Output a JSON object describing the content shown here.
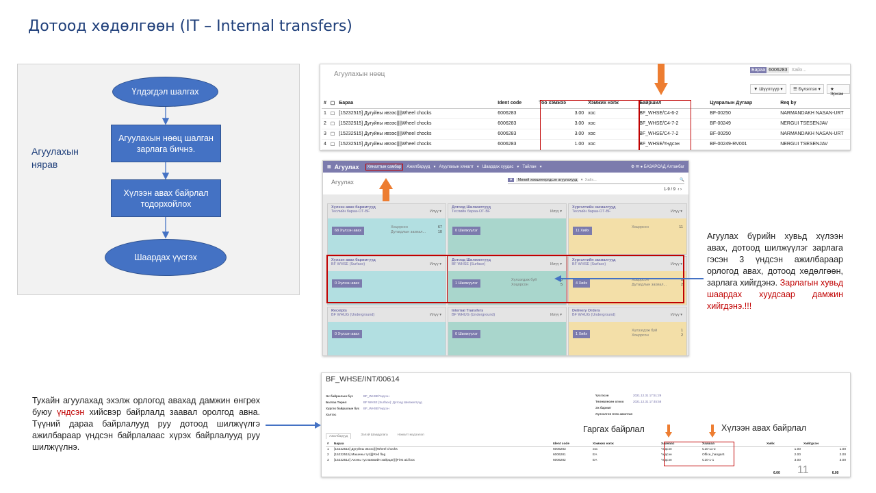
{
  "page": {
    "title": "Дотоод хөдөлгөөн (IT – Internal transfers)",
    "page_number": "11"
  },
  "flowchart": {
    "role": "Агуулахын нярав",
    "steps": [
      "Үлдэгдэл шалгах",
      "Агуулахын нөөц шалган зарлага бичнэ.",
      "Хүлээн авах байрлал тодорхойлох",
      "Шаардах үүсгэх"
    ]
  },
  "stock_view": {
    "breadcrumb": "Агуулахын нөөц",
    "search_facet": "Бараа",
    "search_value": "6006283",
    "search_placeholder": "Хайх...",
    "buttons": [
      "Шүүлтүүр",
      "Бүлэглэх",
      "Эрхэм"
    ],
    "columns": [
      "#",
      "Бараа",
      "Ident code",
      "Тоо хэмжээ",
      "Хэмжих нэгж",
      "Байршил",
      "Цувралын Дугаар",
      "Req by"
    ],
    "rows": [
      {
        "n": "1",
        "product": "[15232515] Дугуйны ивээс||||Wheel chocks",
        "code": "6006283",
        "qty": "3.00",
        "uom": "хос",
        "location": "BF_WHSE/C4-6-2",
        "lot": "BF-00250",
        "req": "NARMANDAKH NASAN-URT"
      },
      {
        "n": "2",
        "product": "[15232515] Дугуйны ивээс||||Wheel chocks",
        "code": "6006283",
        "qty": "3.00",
        "uom": "хос",
        "location": "BF_WHSE/C4-7-2",
        "lot": "BF-00249",
        "req": "NERGUI TSESENJAV"
      },
      {
        "n": "3",
        "product": "[15232515] Дугуйны ивээс||||Wheel chocks",
        "code": "6006283",
        "qty": "3.00",
        "uom": "хос",
        "location": "BF_WHSE/C4-7-2",
        "lot": "BF-00250",
        "req": "NARMANDAKH NASAN-URT"
      },
      {
        "n": "4",
        "product": "[15232515] Дугуйны ивээс||||Wheel chocks",
        "code": "6006283",
        "qty": "1.00",
        "uom": "хос",
        "location": "BF_WHSE/Үндсэн",
        "lot": "BF-00249-RV001",
        "req": "NERGUI TSESENJAV"
      }
    ]
  },
  "dashboard": {
    "app": "Агуулах",
    "menu": [
      "Хяналтын самбар",
      "Ажилбарууд",
      "Агуулахын хяналт",
      "Шаардах хуудас",
      "Тайлан"
    ],
    "user": "БАЗАРСАД Алтанбаг",
    "subtitle": "Агуулах",
    "search_filter": "Миний хөөшееергдсэн агуулахууд",
    "search_placeholder": "Хайх...",
    "pager": "1-9 / 9",
    "cards": [
      {
        "t1": "Хүлээн авах баримтууд",
        "t2": "Теслийн бараа-ОТ-BF",
        "btn": "68 Хүлээн авах",
        "s1": "Хоцорсон",
        "v1": "67",
        "s2": "Дутагдлын захиал...",
        "v2": "10",
        "color": "teal"
      },
      {
        "t1": "Дотоод Шилжилтүүд",
        "t2": "Теслийн бараа-ОТ-BF",
        "btn": "0 Шилжүүлэг",
        "s1": "",
        "v1": "",
        "s2": "",
        "v2": "",
        "color": "green"
      },
      {
        "t1": "Хүргэлтийн захиалгууд",
        "t2": "Теслийн бараа-ОТ-BF",
        "btn": "11 Хийх",
        "s1": "Хоцорсон",
        "v1": "11",
        "s2": "",
        "v2": "",
        "color": "yellow"
      },
      {
        "t1": "Хүлээн авах баримтууд",
        "t2": "BF WHSE (Surface)",
        "btn": "0 Хүлээн авах",
        "s1": "",
        "v1": "",
        "s2": "",
        "v2": "",
        "color": "teal"
      },
      {
        "t1": "Дотоод Шилжилтүүд",
        "t2": "BF WHSE (Surface)",
        "btn": "1 Шилжүүлэг",
        "s1": "Хүлээгдэж буй",
        "v1": "5",
        "s2": "Хоцорсон",
        "v2": "5",
        "color": "green"
      },
      {
        "t1": "Хүргэлтийн захиалгууд",
        "t2": "BF WHSE (Surface)",
        "btn": "4 Хийх",
        "s1": "Хоцорсон",
        "v1": "8",
        "s2": "Дутагдлын захиал...",
        "v2": "2",
        "color": "yellow"
      },
      {
        "t1": "Receipts",
        "t2": "BF WHUG (Underground)",
        "btn": "0 Хүлээн авах",
        "s1": "",
        "v1": "",
        "s2": "",
        "v2": "",
        "color": "teal"
      },
      {
        "t1": "Internal Transfers",
        "t2": "BF WHUG (Underground)",
        "btn": "0 Шилжүүлэг",
        "s1": "",
        "v1": "",
        "s2": "",
        "v2": "",
        "color": "green"
      },
      {
        "t1": "Delivery Orders",
        "t2": "BF WHUG (Underground)",
        "btn": "1 Хийх",
        "s1": "Хүлээгдэж буй",
        "v1": "1",
        "s2": "Хоцорсон",
        "v2": "2",
        "color": "yellow"
      }
    ],
    "dropdown": "Илүү"
  },
  "transfer": {
    "title": "BF_WHSE/INT/00614",
    "fields_left": [
      [
        "Эх байршлын бүс",
        "BF_WHSE/Үндсэн"
      ],
      [
        "Баглаа Төрөл",
        "BF WHSE (Surface): Дотоод Шилжилтүүд"
      ],
      [
        "Хүргэх байршлын бүс",
        "BF_WHSE/Үндсэн"
      ],
      [
        "Хэлтэс",
        ""
      ]
    ],
    "fields_right": [
      [
        "Үүсгэсэн",
        "2021.12.31 17:51:29"
      ],
      [
        "Төлөвлөсөн огноо",
        "2021.12.31 17:45:58"
      ],
      [
        "Эх баримт",
        ""
      ],
      [
        "Хүлээлгэн өгөх ажилтан",
        ""
      ]
    ],
    "tabs": [
      "Ажилбарууд",
      "Зэлэй Шаардлага",
      "Нэмэлт мэдээлэл"
    ],
    "columns": [
      "#",
      "Бараа",
      "Ident code",
      "Хэмжих нэгж",
      "Хаанаас",
      "Хаашаа",
      "Хийх",
      "Хийгдсэн"
    ],
    "rows": [
      [
        "1",
        "[15232515] Дугуйны ивээс||||Wheel chocks",
        "6006283",
        "хос",
        "Үндсэн",
        "C10-11-2",
        "1.00",
        "1.00"
      ],
      [
        "2",
        "[15232515] Машины туг||||Red flag",
        "6006281",
        "EA",
        "Үндсэн",
        "Office_hangar4",
        "2.00",
        "2.00"
      ],
      [
        "3",
        "[15232512] Анхны тусламжийн хайрцаг||||First aid box",
        "6006282",
        "EA",
        "Үндсэн",
        "C10-1-1",
        "3.00",
        "3.00"
      ]
    ],
    "total_todo": "6.00",
    "total_done": "6.00"
  },
  "annotations": {
    "right_note_normal": "Агуулах бүрийн хувьд хүлээн авах, дотоод шилжүүлэг зарлага гэсэн 3 үндсэн ажилбараар орлогод авах, дотоод хөдөлгөөн, зарлага хийгдэнэ. ",
    "right_note_red": "Зарлагын хувьд шаардах хуудсаар дамжин хийгдэнэ.!!!",
    "left_note_1": "Тухайн агуулахад эхэлж орлогод авахад дамжин өнгрөх буюу ",
    "left_note_red": "үндсэн",
    "left_note_2": " хийсвэр байрлалд заавал оролгод авна. Түүний дараа байрлалууд руу дотоод шилжүүлгэ ажилбараар үндсэн байрлалаас хүрэх байрлалууд руу шилжүүлнэ.",
    "label_from": "Гаргах байрлал",
    "label_to": "Хүлээн авах байрлал"
  },
  "colors": {
    "accent": "#4472c4",
    "odoo": "#7c7bad",
    "highlight": "#c00000",
    "arrow": "#ed7d31"
  }
}
